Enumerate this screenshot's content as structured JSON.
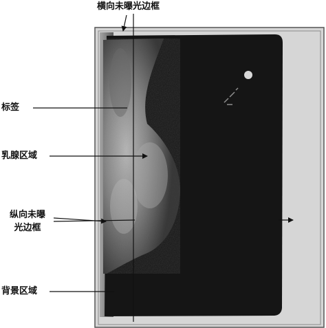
{
  "labels": {
    "horizontal_unexposed_border": "横向未曝光边框",
    "tag": "标签",
    "breast_region": "乳腺区域",
    "vertical_unexposed_border_line1": "纵向未曝",
    "vertical_unexposed_border_line2": "光边框",
    "background_region": "背景区域"
  },
  "colors": {
    "film_outer": "#d9d9d9",
    "film_frame": "#7a7a7a",
    "background_region": "#141414",
    "breast_tissue": "#9a9a9a",
    "annotation_lines": "#111111"
  }
}
